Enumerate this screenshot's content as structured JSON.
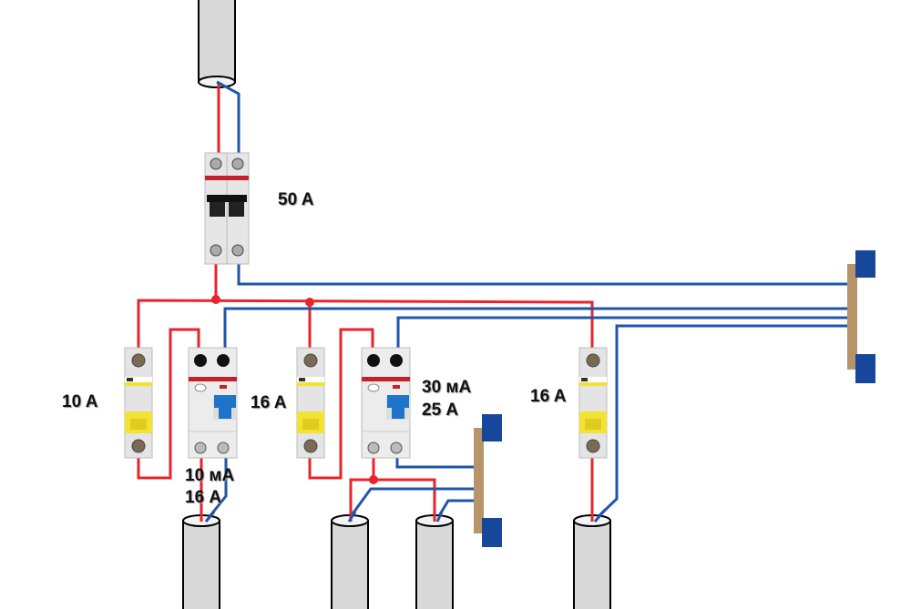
{
  "colors": {
    "phase_wire": "#e8232a",
    "neutral_wire": "#1f56a8",
    "cable": "#d9d9d9",
    "breaker_body": "#e6e6e6",
    "breaker_handle": "#f2e232",
    "rcd_handle": "#1d74c9",
    "busbar": "#b8946a",
    "busbar_cap": "#17479a"
  },
  "labels": {
    "main_breaker": "50 A",
    "breaker_1": "10 A",
    "breaker_2": "16 A",
    "breaker_3": "16 A",
    "rcd_1_line1": "10 мА",
    "rcd_1_line2": "16 А",
    "rcd_2_line1": "30 мА",
    "rcd_2_line2": "25 А"
  }
}
